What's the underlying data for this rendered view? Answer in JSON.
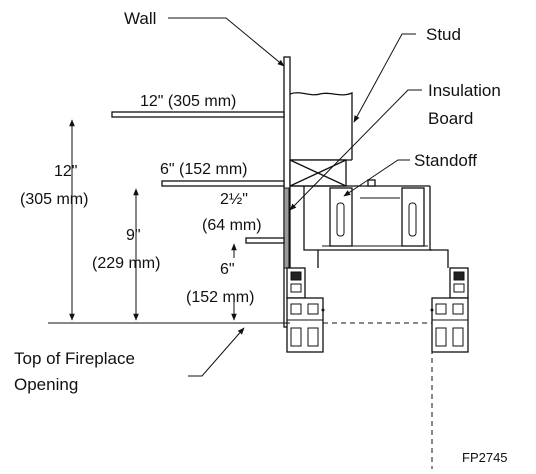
{
  "labels": {
    "wall": "Wall",
    "stud": "Stud",
    "insulation_line1": "Insulation",
    "insulation_line2": "Board",
    "standoff": "Standoff",
    "top_line1": "Top of Fireplace",
    "top_line2": "Opening",
    "figure_id": "FP2745"
  },
  "dimensions": {
    "shelf_top_width": "12\" (305 mm)",
    "shelf_mid_width": "6\" (152 mm)",
    "clearance_12_in": "12\"",
    "clearance_12_mm": "(305 mm)",
    "clearance_9_in": "9\"",
    "clearance_9_mm": "(229 mm)",
    "clearance_2half_in": "2½\"",
    "clearance_2half_mm": "(64 mm)",
    "clearance_6_in": "6\"",
    "clearance_6_mm": "(152 mm)"
  }
}
